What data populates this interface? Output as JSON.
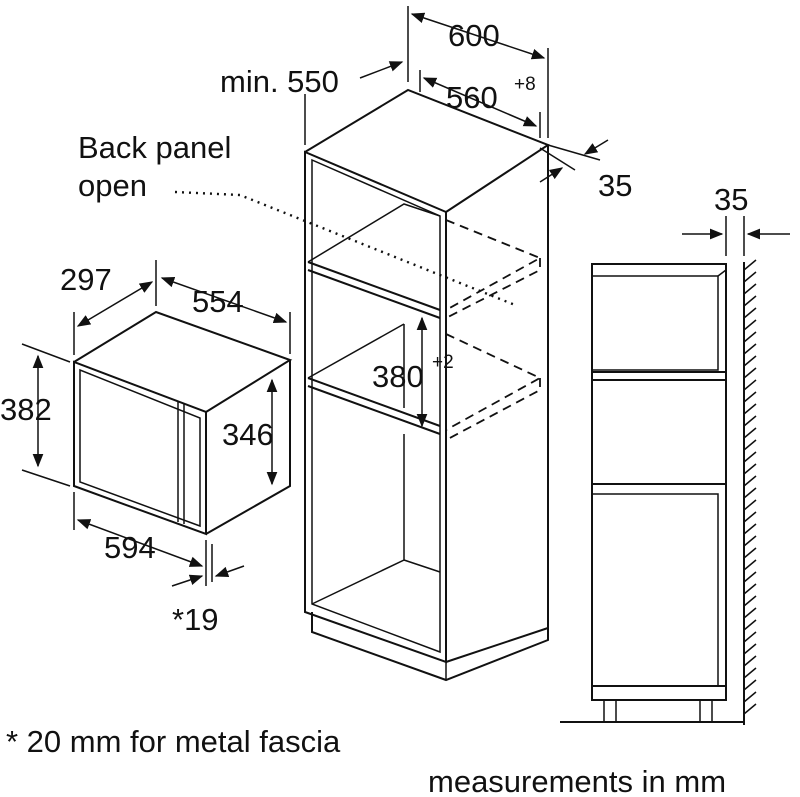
{
  "labels": {
    "back_panel_line1": "Back panel",
    "back_panel_line2": "open",
    "footnote": "* 20 mm for metal fascia",
    "units": "measurements in mm"
  },
  "dimensions": {
    "cabinet_width": "600",
    "min_depth_prefix": "min. 550",
    "niche_width": "560",
    "niche_width_tol": "+8",
    "side_gap_top": "35",
    "niche_height": "380",
    "niche_height_tol": "+2",
    "side_gap_right": "35",
    "appliance_depth": "297",
    "appliance_width_top": "554",
    "appliance_height": "382",
    "appliance_inner_height": "346",
    "appliance_width": "594",
    "fascia": "*19"
  }
}
